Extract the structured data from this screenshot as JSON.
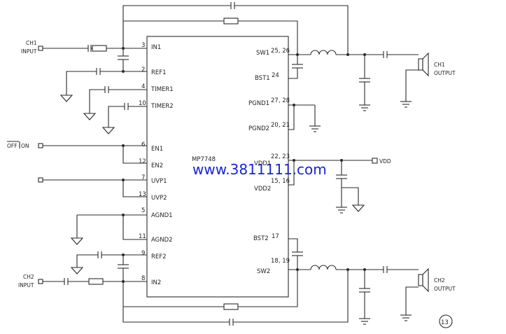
{
  "chip": {
    "part": "MP7748",
    "left_pins": [
      {
        "name": "IN1",
        "num": "3"
      },
      {
        "name": "REF1",
        "num": "2"
      },
      {
        "name": "TIMER1",
        "num": "4"
      },
      {
        "name": "TIMER2",
        "num": "10"
      },
      {
        "name": "EN1",
        "num": "6"
      },
      {
        "name": "EN2",
        "num": "12"
      },
      {
        "name": "UVP1",
        "num": "7"
      },
      {
        "name": "UVP2",
        "num": "13"
      },
      {
        "name": "AGND1",
        "num": "5"
      },
      {
        "name": "AGND2",
        "num": "11"
      },
      {
        "name": "REF2",
        "num": "9"
      },
      {
        "name": "IN2",
        "num": "8"
      }
    ],
    "right_pins": [
      {
        "name": "SW1",
        "num": "25, 26"
      },
      {
        "name": "BST1",
        "num": "24"
      },
      {
        "name": "PGND1",
        "num": "27, 28"
      },
      {
        "name": "PGND2",
        "num": "20, 21"
      },
      {
        "name": "VDD1",
        "num": "22, 23"
      },
      {
        "name": "VDD2",
        "num": "15, 16"
      },
      {
        "name": "BST2",
        "num": "17"
      },
      {
        "name": "SW2",
        "num": "18, 19"
      }
    ]
  },
  "ports": {
    "ch1_input": [
      "CH1",
      "INPUT"
    ],
    "ch2_input": [
      "CH2",
      "INPUT"
    ],
    "ch1_output": [
      "CH1",
      "OUTPUT"
    ],
    "ch2_output": [
      "CH2",
      "OUTPUT"
    ],
    "vdd": "VDD",
    "off": "OFF",
    "on": "ON"
  },
  "watermark": "www.3811111.com",
  "figure_number": "13"
}
